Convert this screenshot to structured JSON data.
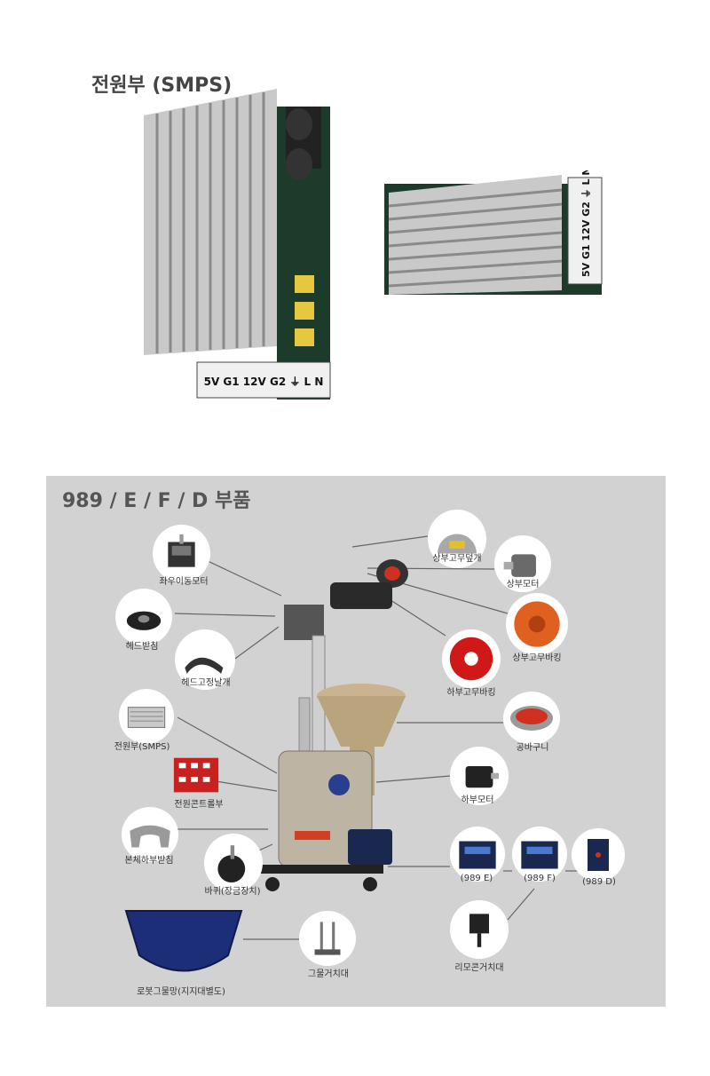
{
  "header": {
    "title": "전원부 (SMPS)"
  },
  "smps_image_text": "5V G1 12V G2 ⏚ L N",
  "panel": {
    "title": "989 / E / F / D 부품",
    "parts": [
      {
        "id": "lr-motor",
        "label": "좌우이동모터"
      },
      {
        "id": "upper-cover",
        "label": "상부고무덮개"
      },
      {
        "id": "upper-motor",
        "label": "상부모터"
      },
      {
        "id": "head-support",
        "label": "헤드받침"
      },
      {
        "id": "upper-wheel",
        "label": "상부고무바킹"
      },
      {
        "id": "head-plate",
        "label": "헤드고정날개"
      },
      {
        "id": "lower-wheel",
        "label": "하부고무바킹"
      },
      {
        "id": "smps",
        "label": "전원부(SMPS)"
      },
      {
        "id": "ball-basket",
        "label": "공바구니"
      },
      {
        "id": "power-control",
        "label": "전원콘트롤부"
      },
      {
        "id": "lower-motor",
        "label": "하부모터"
      },
      {
        "id": "body-support",
        "label": "본체하부받침"
      },
      {
        "id": "wheel",
        "label": "바퀴(장금장치)"
      },
      {
        "id": "remote-e",
        "label": "(989 E)"
      },
      {
        "id": "remote-f",
        "label": "(989 F)"
      },
      {
        "id": "remote-d",
        "label": "(989 D)"
      },
      {
        "id": "remote-stand",
        "label": "리모콘거치대"
      },
      {
        "id": "net-stand",
        "label": "그물거치대"
      },
      {
        "id": "net",
        "label": "로봇그물망(지지대별도)"
      }
    ]
  },
  "colors": {
    "panel_bg": "#d2d2d2",
    "accent_orange": "#e06020",
    "accent_red": "#d01818",
    "net_blue": "#1c2e78"
  }
}
